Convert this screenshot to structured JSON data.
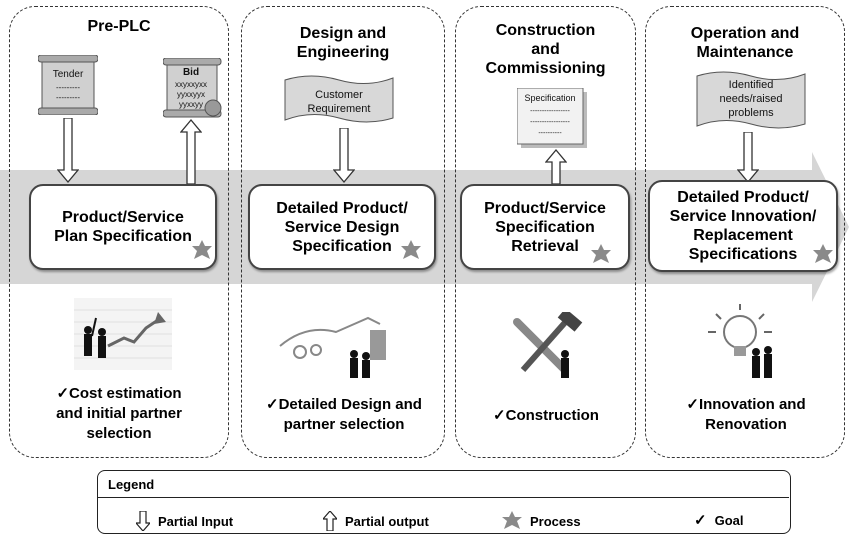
{
  "stages": [
    {
      "title": "Pre-PLC",
      "process": "Product/Service\nPlan Specification",
      "goal": "✓Cost estimation\nand initial partner\nselection"
    },
    {
      "title": "Design and\nEngineering",
      "process": "Detailed Product/\nService Design\nSpecification",
      "goal": "✓Detailed Design and\npartner selection"
    },
    {
      "title": "Construction\nand\nCommissioning",
      "process": "Product/Service\nSpecification\nRetrieval",
      "goal": "✓Construction"
    },
    {
      "title": "Operation and\nMaintenance",
      "process": "Detailed Product/\nService Innovation/\nReplacement\nSpecifications",
      "goal": "✓Innovation and\nRenovation"
    }
  ],
  "documents": {
    "tender": {
      "title": "Tender",
      "lines": "---------\n---------"
    },
    "bid": {
      "title": "Bid",
      "lines": "xxyxxyxx\nyyxxyyx\nyyxxyy"
    },
    "customer_requirement": "Customer\nRequirement",
    "specification": {
      "title": "Specification",
      "lines": "-----------------\n-----------------\n----------"
    },
    "identified_needs": "Identified\nneeds/raised\nproblems"
  },
  "legend": {
    "title": "Legend",
    "items": [
      {
        "icon": "down-arrow-icon",
        "label": "Partial Input"
      },
      {
        "icon": "up-arrow-icon",
        "label": "Partial output"
      },
      {
        "icon": "gear-icon",
        "label": "Process"
      },
      {
        "icon": "check-icon",
        "label": "Goal",
        "symbol": "✓"
      }
    ]
  },
  "colors": {
    "band": "#d4d4d4",
    "panel_border": "#333333",
    "gear": "#8a8a8a"
  }
}
